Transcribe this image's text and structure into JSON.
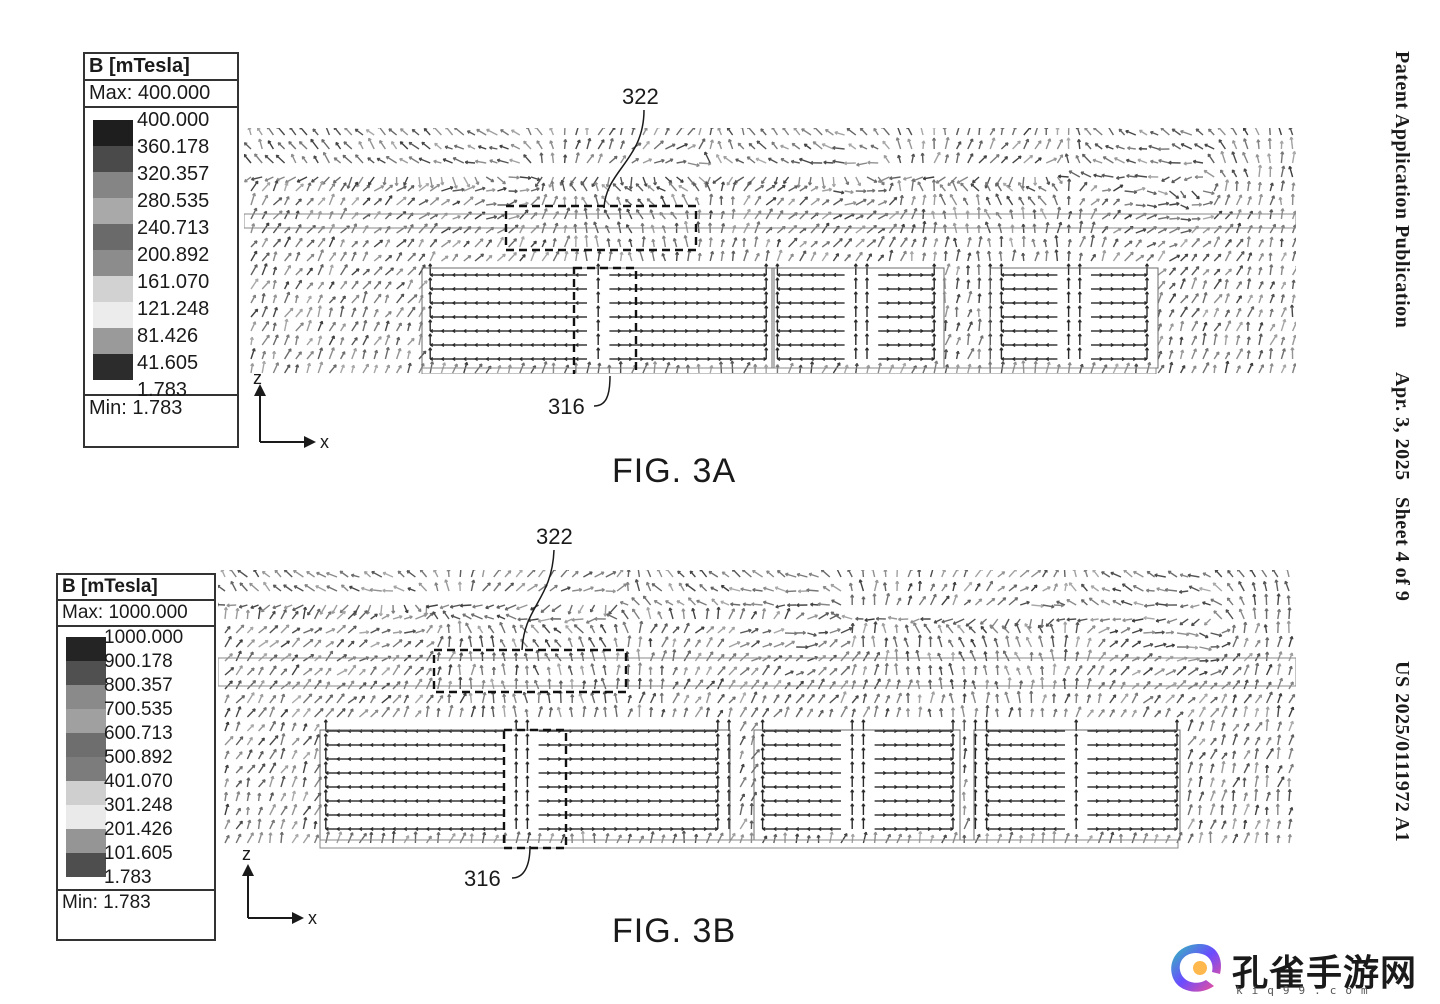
{
  "header": {
    "publication": "Patent Application Publication",
    "date": "Apr. 3, 2025",
    "sheet": "Sheet 4 of 9",
    "number": "US 2025/0111972 A1"
  },
  "figures": [
    {
      "caption": "FIG. 3A",
      "legend": {
        "title": "B [mTesla]",
        "max": "Max: 400.000",
        "min": "Min: 1.783",
        "ticks": [
          "400.000",
          "360.178",
          "320.357",
          "280.535",
          "240.713",
          "200.892",
          "161.070",
          "121.248",
          "81.426",
          "41.605",
          "1.783"
        ]
      },
      "axes": {
        "vertical": "z",
        "horizontal": "x"
      },
      "labels": {
        "upper": "322",
        "lower": "316"
      }
    },
    {
      "caption": "FIG. 3B",
      "legend": {
        "title": "B [mTesla]",
        "max": "Max: 1000.000",
        "min": "Min: 1.783",
        "ticks": [
          "1000.000",
          "900.178",
          "800.357",
          "700.535",
          "600.713",
          "500.892",
          "401.070",
          "301.248",
          "201.426",
          "101.605",
          "1.783"
        ]
      },
      "axes": {
        "vertical": "z",
        "horizontal": "x"
      },
      "labels": {
        "upper": "322",
        "lower": "316"
      }
    }
  ],
  "watermark": {
    "text": "孔雀手游网",
    "sub": "kiq99.com"
  },
  "colors": {
    "ink": "#1a1a1a",
    "field_dark": "#3a3a3a",
    "field_light": "#bdbdbd"
  }
}
